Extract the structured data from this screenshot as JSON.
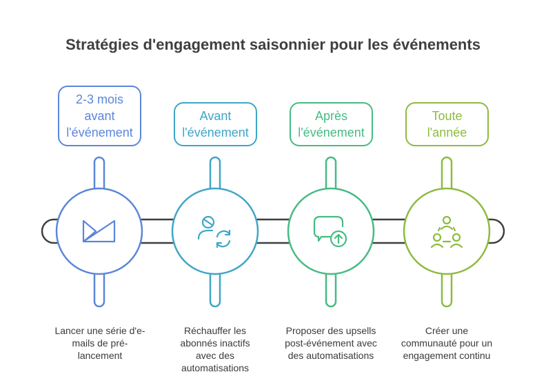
{
  "title": "Stratégies d'engagement saisonnier pour les événements",
  "colors": {
    "track": "#3f3f3f",
    "steps": [
      "#5b86d8",
      "#3ea6c6",
      "#46bb82",
      "#8dbb3e"
    ]
  },
  "steps": [
    {
      "label": "2-3 mois avant l'événement",
      "icon": "video-to-email-icon",
      "description": "Lancer une série d'e-mails de pré-lancement"
    },
    {
      "label": "Avant l'événement",
      "icon": "user-refresh-icon",
      "description": "Réchauffer les abonnés inactifs avec des automatisations"
    },
    {
      "label": "Après l'événement",
      "icon": "chat-upload-icon",
      "description": "Proposer des upsells post-événement avec des automatisations"
    },
    {
      "label": "Toute l'année",
      "icon": "community-icon",
      "description": "Créer une communauté pour un engagement continu"
    }
  ]
}
